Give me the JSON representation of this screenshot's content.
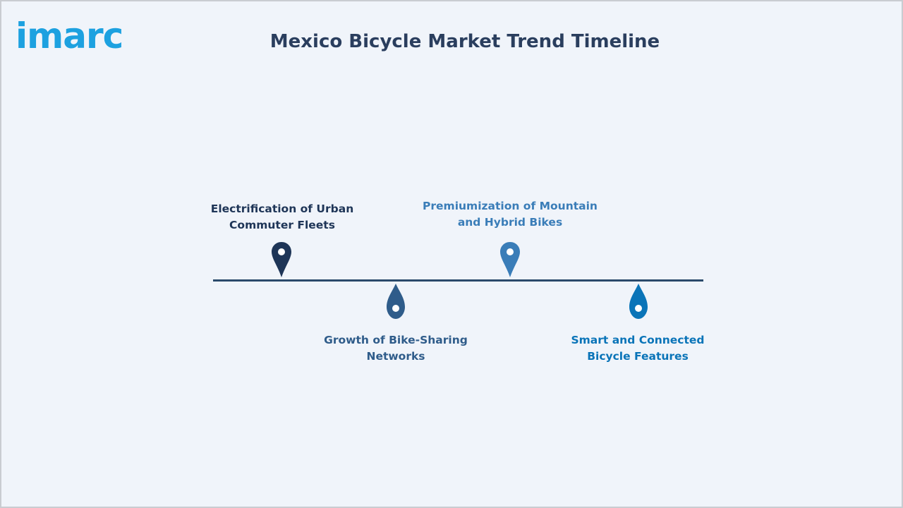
{
  "logo": {
    "text": "imarc",
    "color": "#1da1e0"
  },
  "title": "Mexico Bicycle Market Trend Timeline",
  "timeline": {
    "items": [
      {
        "line1": "Electrification of Urban",
        "line2": "Commuter Fleets",
        "color": "#1e3557",
        "position": "above",
        "icon": "map-pin-icon"
      },
      {
        "line1": "Growth of Bike-Sharing",
        "line2": "Networks",
        "color": "#2f5c8a",
        "position": "below",
        "icon": "drop-pin-icon"
      },
      {
        "line1": "Premiumization of Mountain",
        "line2": "and Hybrid Bikes",
        "color": "#3a7db8",
        "position": "above",
        "icon": "map-pin-icon"
      },
      {
        "line1": "Smart and Connected",
        "line2": "Bicycle Features",
        "color": "#0a74b8",
        "position": "below",
        "icon": "drop-pin-icon"
      }
    ]
  }
}
